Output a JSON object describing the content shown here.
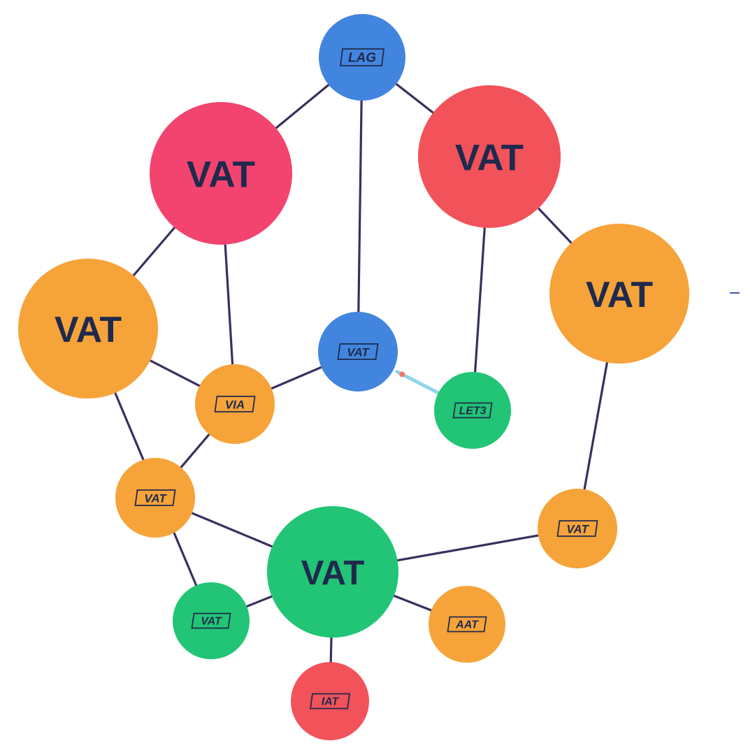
{
  "colors": {
    "blue": "#4285de",
    "pink": "#f2446f",
    "red": "#f2525a",
    "orange": "#f6a33a",
    "green": "#21c575",
    "edge": "#3a2f5e",
    "accent_edge": "#8fd6e8",
    "accent_dot": "#f07a6a",
    "label": "#1f2a4d"
  },
  "nodes": [
    {
      "id": "n-top",
      "label": "LAG",
      "color": "blue",
      "size": "small"
    },
    {
      "id": "n-pink",
      "label": "VAT",
      "color": "pink",
      "size": "big"
    },
    {
      "id": "n-red",
      "label": "VAT",
      "color": "red",
      "size": "big"
    },
    {
      "id": "n-left",
      "label": "VAT",
      "color": "orange",
      "size": "big"
    },
    {
      "id": "n-right",
      "label": "VAT",
      "color": "orange",
      "size": "big"
    },
    {
      "id": "n-center",
      "label": "VAT",
      "color": "blue",
      "size": "small"
    },
    {
      "id": "n-green-mid",
      "label": "LET3",
      "color": "green",
      "size": "small"
    },
    {
      "id": "n-orange-mid",
      "label": "VIA",
      "color": "orange",
      "size": "small"
    },
    {
      "id": "n-orange-low",
      "label": "VAT",
      "color": "orange",
      "size": "small"
    },
    {
      "id": "n-orange-r",
      "label": "VAT",
      "color": "orange",
      "size": "small"
    },
    {
      "id": "n-green-big",
      "label": "VAT",
      "color": "green",
      "size": "big"
    },
    {
      "id": "n-green-sm",
      "label": "VAT",
      "color": "green",
      "size": "small"
    },
    {
      "id": "n-orange-br",
      "label": "AAT",
      "color": "orange",
      "size": "small"
    },
    {
      "id": "n-red-bot",
      "label": "IAT",
      "color": "red",
      "size": "small"
    }
  ],
  "edges": [
    [
      "n-top",
      "n-pink"
    ],
    [
      "n-top",
      "n-red"
    ],
    [
      "n-top",
      "n-center"
    ],
    [
      "n-pink",
      "n-left"
    ],
    [
      "n-pink",
      "n-orange-mid"
    ],
    [
      "n-red",
      "n-right"
    ],
    [
      "n-red",
      "n-green-mid"
    ],
    [
      "n-left",
      "n-orange-mid"
    ],
    [
      "n-left",
      "n-green-sm"
    ],
    [
      "n-center",
      "n-orange-mid"
    ],
    [
      "n-orange-mid",
      "n-orange-low"
    ],
    [
      "n-orange-low",
      "n-green-big"
    ],
    [
      "n-right",
      "n-orange-r"
    ],
    [
      "n-orange-r",
      "n-green-big"
    ],
    [
      "n-green-big",
      "n-green-sm"
    ],
    [
      "n-green-big",
      "n-orange-br"
    ],
    [
      "n-green-big",
      "n-red-bot"
    ]
  ],
  "accent_edge": [
    "n-center",
    "n-green-mid"
  ]
}
